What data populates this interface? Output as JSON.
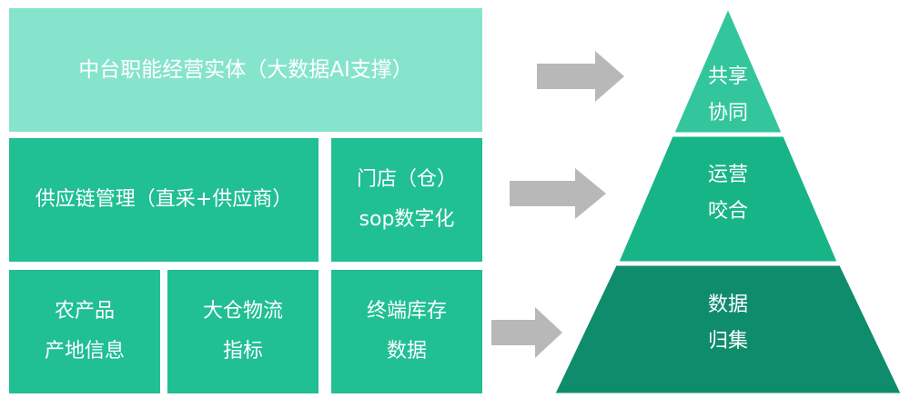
{
  "left_blocks": {
    "top": {
      "label": "中台职能经营实体（大数据AI支撑）"
    },
    "supply_chain": {
      "label": "供应链管理（直采+供应商）"
    },
    "store": {
      "line1": "门店（仓）",
      "line2": "sop数字化"
    },
    "agri": {
      "line1": "农产品",
      "line2": "产地信息"
    },
    "logistics": {
      "line1": "大仓物流",
      "line2": "指标"
    },
    "inventory": {
      "line1": "终端库存",
      "line2": "数据"
    }
  },
  "pyramid": {
    "top": {
      "line1": "共享",
      "line2": "协同"
    },
    "middle": {
      "line1": "运营",
      "line2": "咬合"
    },
    "bottom": {
      "line1": "数据",
      "line2": "归集"
    }
  },
  "colors": {
    "light_block": "#86e4cc",
    "mid_block": "#20bf94",
    "pyramid_top": "#33c69c",
    "pyramid_middle": "#17b487",
    "pyramid_bottom": "#0f8c6c",
    "arrow": "#b8b8b8"
  }
}
